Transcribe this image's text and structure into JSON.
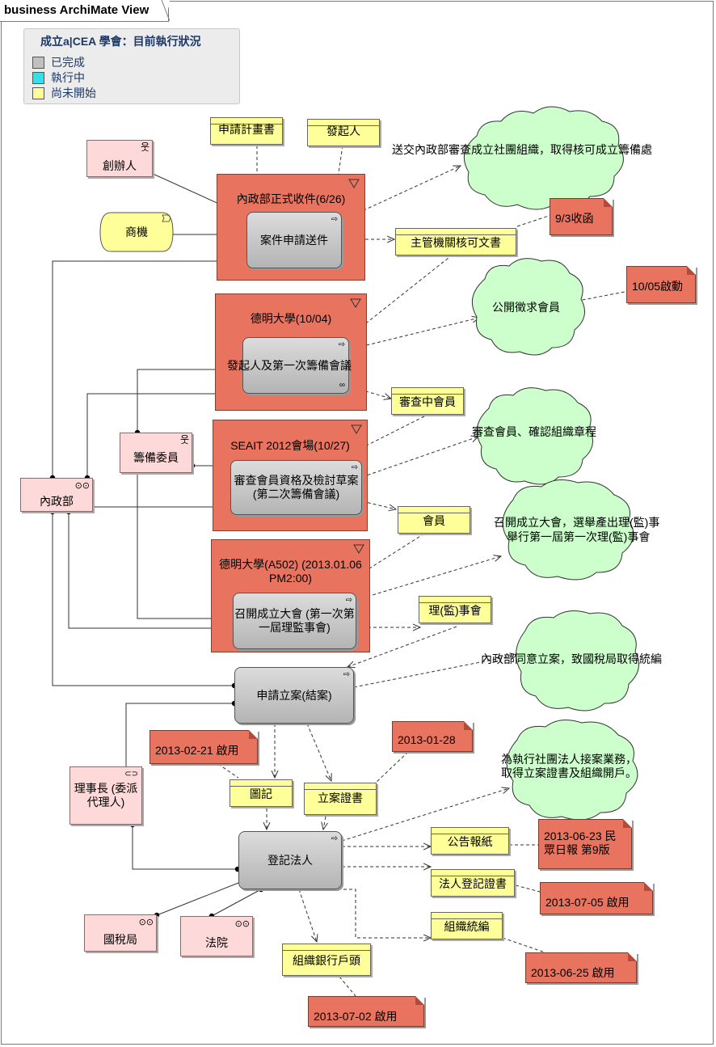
{
  "tab_title": "business ArchiMate View",
  "legend": {
    "title": "成立a|CEA 學會：目前執行狀況",
    "items": [
      {
        "label": "已完成",
        "color": "#c0c0c0"
      },
      {
        "label": "執行中",
        "color": "#33e0ea"
      },
      {
        "label": "尚未開始",
        "color": "#ffff99"
      }
    ]
  },
  "groups": {
    "g1": "內政部正式收件(6/26)",
    "g2": "德明大學(10/04)",
    "g3": "SEAIT 2012會場(10/27)",
    "g4": "德明大學(A502) (2013.01.06 PM2:00)"
  },
  "processes": {
    "p1": "案件申請送件",
    "p2": "發起人及第一次籌備會議",
    "p3": "審查會員資格及檢討草案 (第二次籌備會議)",
    "p4": "召開成立大會 (第一次第一屆理監事會)",
    "p5": "申請立案(結案)",
    "p6": "登記法人"
  },
  "actors": {
    "founder": "創辦人",
    "committee": "籌備委員",
    "moi": "內政部",
    "chairman": "理事長 (委派代理人)",
    "tax": "國稅局",
    "court": "法院"
  },
  "event": "商機",
  "objects": {
    "plan": "申請計畫書",
    "initiator": "發起人",
    "approval": "主管機關核可文書",
    "reviewing": "審查中會員",
    "member": "會員",
    "board": "理(監)事會",
    "seal": "圖記",
    "cert": "立案證書",
    "notice": "公告報紙",
    "legal_cert": "法人登記證書",
    "tax_id": "組織統編",
    "bank": "組織銀行戶頭"
  },
  "clouds": {
    "c1": "送交內政部審查成立社團組織，取得核可成立籌備處",
    "c2": "公開徵求會員",
    "c3": "審查會員、確認組織章程",
    "c4a": "召開成立大會，選舉產出理(監)事",
    "c4b": "舉行第一屆第一次理(監)事會",
    "c5": "內政部同意立案，致國稅局取得統編",
    "c6a": "為執行社團法人接案業務，",
    "c6b": "取得立案證書及組織開戶。"
  },
  "notes": {
    "n1": "9/3收函",
    "n2": "10/05啟動",
    "n3": "2013-02-21 啟用",
    "n4": "2013-01-28",
    "n5a": "2013-06-23 民",
    "n5b": "眾日報 第9版",
    "n6": "2013-07-05 啟用",
    "n7": "2013-06-25 啟用",
    "n8": "2013-07-02 啟用"
  }
}
